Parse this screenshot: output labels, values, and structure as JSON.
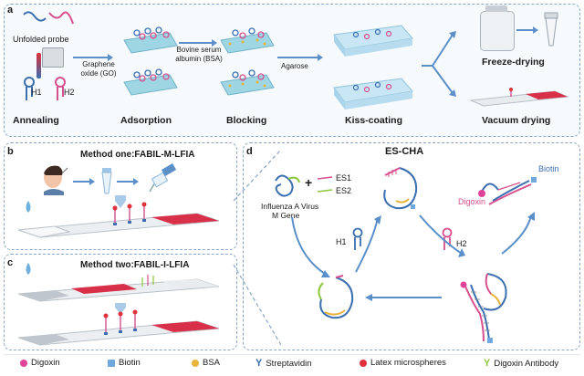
{
  "panel_a": {
    "label": "a",
    "unfolded_probe": "Unfolded probe",
    "h1": "H1",
    "h2": "H2",
    "go_label": "Graphene oxide (GO)",
    "bsa_label": "Bovine serum albumin (BSA)",
    "agarose_label": "Agarose",
    "steps": [
      "Annealing",
      "Adsorption",
      "Blocking",
      "Kiss-coating",
      "Freeze-drying",
      "Vacuum drying"
    ]
  },
  "panel_b": {
    "label": "b",
    "title": "Method one:FABIL-M-LFIA"
  },
  "panel_c": {
    "label": "c",
    "title": "Method two:FABIL-I-LFIA"
  },
  "panel_d": {
    "label": "d",
    "title": "ES-CHA",
    "gene_label_line1": "Influenza A Virus",
    "gene_label_line2": "M Gene",
    "plus": "+",
    "es1": "ES1",
    "es2": "ES2",
    "h1": "H1",
    "h2": "H2",
    "biotin": "Biotin",
    "digoxin": "Digoxin"
  },
  "legend": [
    {
      "label": "Digoxin",
      "color": "#e0449a"
    },
    {
      "label": "Biotin",
      "color": "#6fa8dc"
    },
    {
      "label": "BSA",
      "color": "#e6b43a"
    },
    {
      "label": "Streptavidin",
      "color": "#3b6fb0"
    },
    {
      "label": "Latex microspheres",
      "color": "#e0303a"
    },
    {
      "label": "Digoxin Antibody",
      "color": "#8cc63f"
    }
  ],
  "colors": {
    "dna_blue": "#3b6fb0",
    "dna_pink": "#d64f8e",
    "arrow": "#5b8fc9",
    "panel_border": "#8aa6c6",
    "strip_red": "#d9304a"
  }
}
